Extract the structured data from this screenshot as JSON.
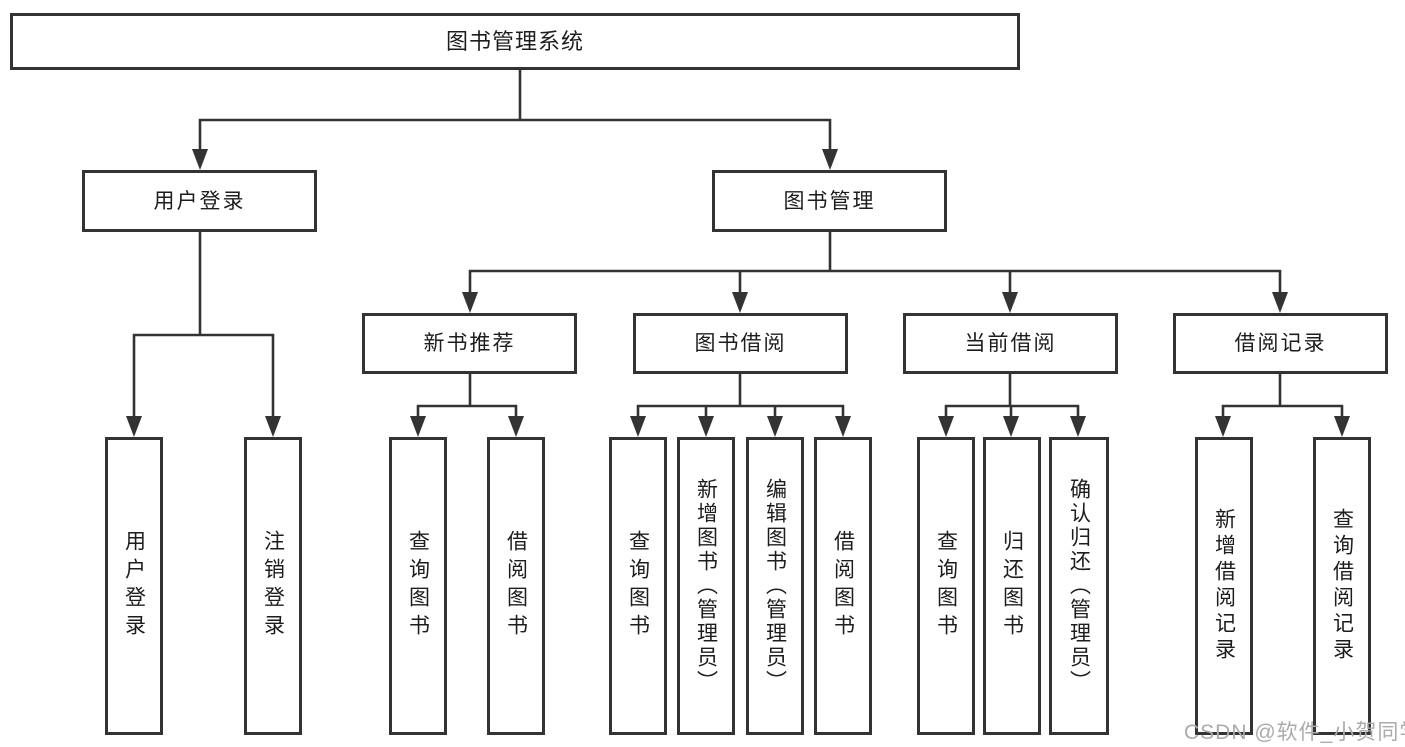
{
  "diagram_title": "图书管理系统",
  "colors": {
    "line": "#333333",
    "box_border": "#333333",
    "text": "#1d1d1d",
    "watermark": "#ababab",
    "background": "#ffffff"
  },
  "tree": {
    "label": "图书管理系统",
    "children": [
      {
        "label": "用户登录",
        "children": [
          {
            "label": "用户登录"
          },
          {
            "label": "注销登录"
          }
        ]
      },
      {
        "label": "图书管理",
        "children": [
          {
            "label": "新书推荐",
            "children": [
              {
                "label": "查询图书"
              },
              {
                "label": "借阅图书"
              }
            ]
          },
          {
            "label": "图书借阅",
            "children": [
              {
                "label": "查询图书"
              },
              {
                "label": "新增图书（管理员）"
              },
              {
                "label": "编辑图书（管理员）"
              },
              {
                "label": "借阅图书"
              }
            ]
          },
          {
            "label": "当前借阅",
            "children": [
              {
                "label": "查询图书"
              },
              {
                "label": "归还图书"
              },
              {
                "label": "确认归还（管理员）"
              }
            ]
          },
          {
            "label": "借阅记录",
            "children": [
              {
                "label": "新增借阅记录"
              },
              {
                "label": "查询借阅记录"
              }
            ]
          }
        ]
      }
    ]
  },
  "watermark": "CSDN @软件_小贺同学"
}
